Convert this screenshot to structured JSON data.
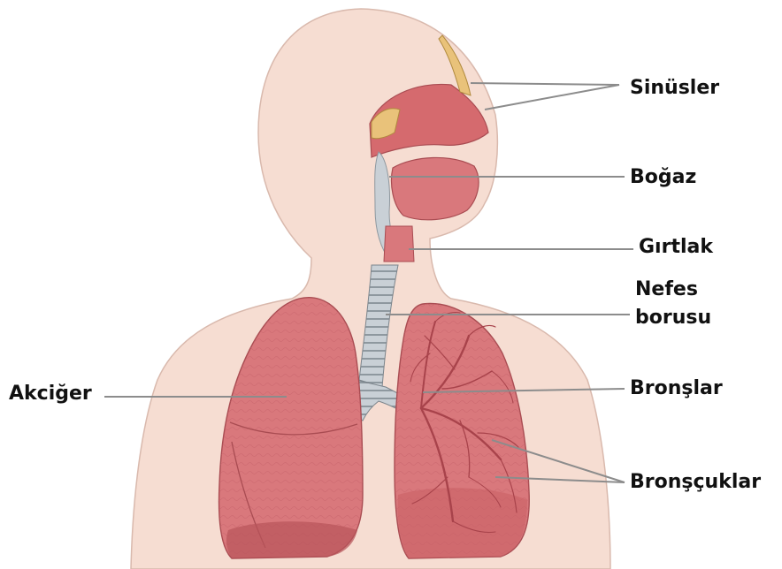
{
  "labels": {
    "sinusler": "Sinüsler",
    "bogaz": "Boğaz",
    "girtlak": "Gırtlak",
    "nefes_borusu": "Nefes borusu",
    "bronslar": "Bronşlar",
    "bronscuklar": "Bronşçuklar",
    "akciger": "Akciğer"
  },
  "colors": {
    "skin": "#f6ddd2",
    "lung": "#d9787c",
    "lung_dark": "#b8545a",
    "trachea": "#c9d0d6",
    "tissue": "#d56a6e",
    "leader_line": "#8c8c8c"
  }
}
